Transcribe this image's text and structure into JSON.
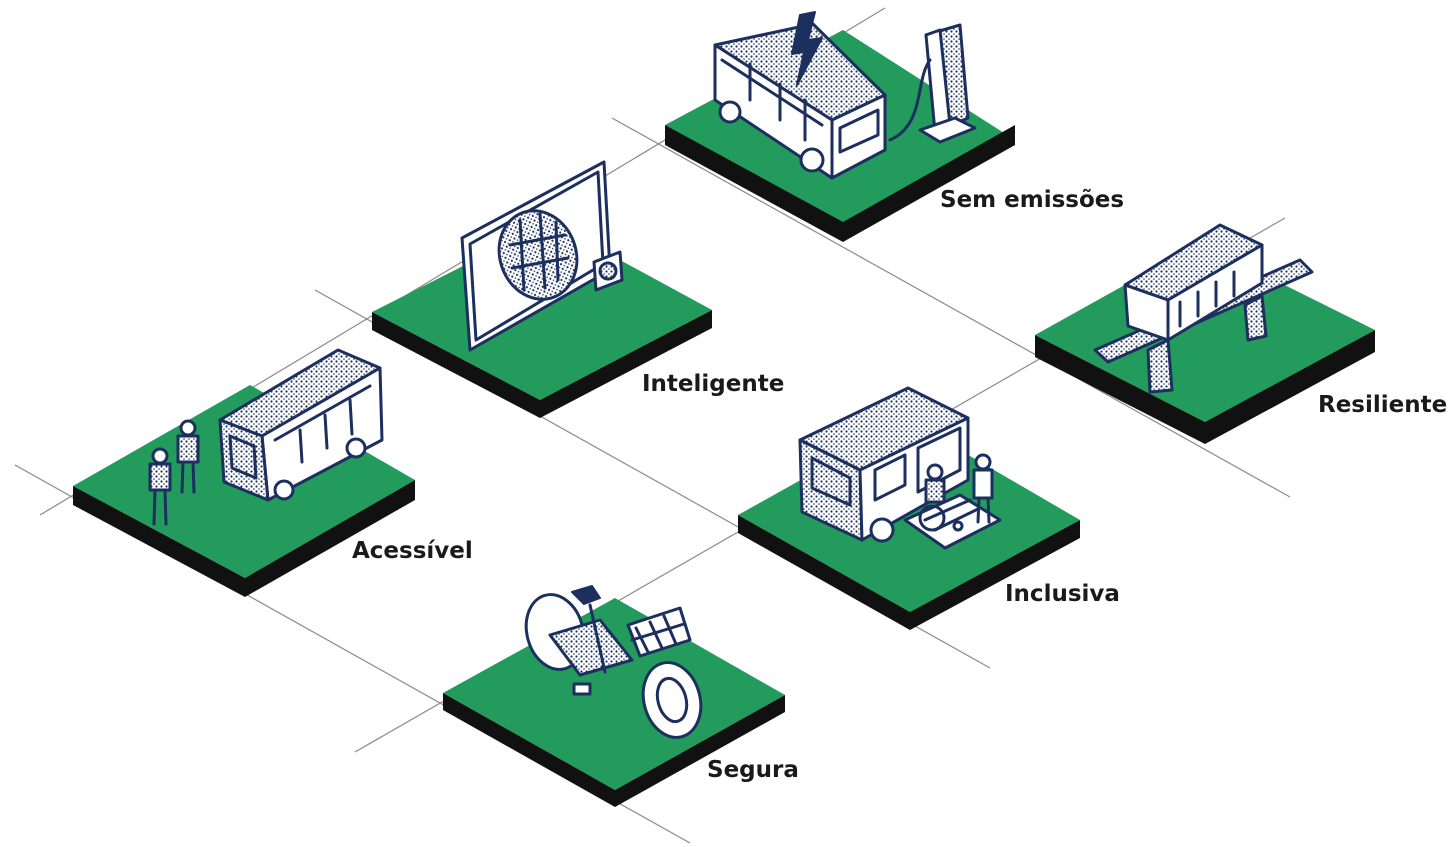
{
  "labels": {
    "sem_emissoes": "Sem emissões",
    "inteligente": "Inteligente",
    "resiliente": "Resiliente",
    "acessivel": "Acessível",
    "inclusiva": "Inclusiva",
    "segura": "Segura"
  },
  "colors": {
    "platform_top": "#239b5c",
    "platform_side": "#111111",
    "illustration_ink": "#1c2f5e",
    "grid_line": "#8a8a8a"
  }
}
